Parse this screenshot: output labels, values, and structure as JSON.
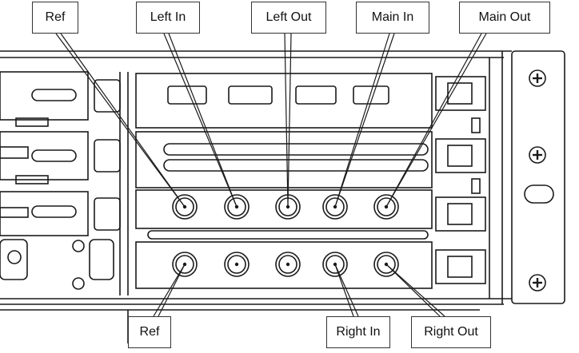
{
  "top_labels": [
    {
      "id": "ref",
      "text": "Ref"
    },
    {
      "id": "left-in",
      "text": "Left In"
    },
    {
      "id": "left-out",
      "text": "Left Out"
    },
    {
      "id": "main-in",
      "text": "Main In"
    },
    {
      "id": "main-out",
      "text": "Main Out"
    }
  ],
  "bottom_labels": [
    {
      "id": "ref",
      "text": "Ref"
    },
    {
      "id": "right-in",
      "text": "Right In"
    },
    {
      "id": "right-out",
      "text": "Right Out"
    }
  ],
  "colors": {
    "line": "#1a1a1a",
    "background": "#ffffff"
  }
}
